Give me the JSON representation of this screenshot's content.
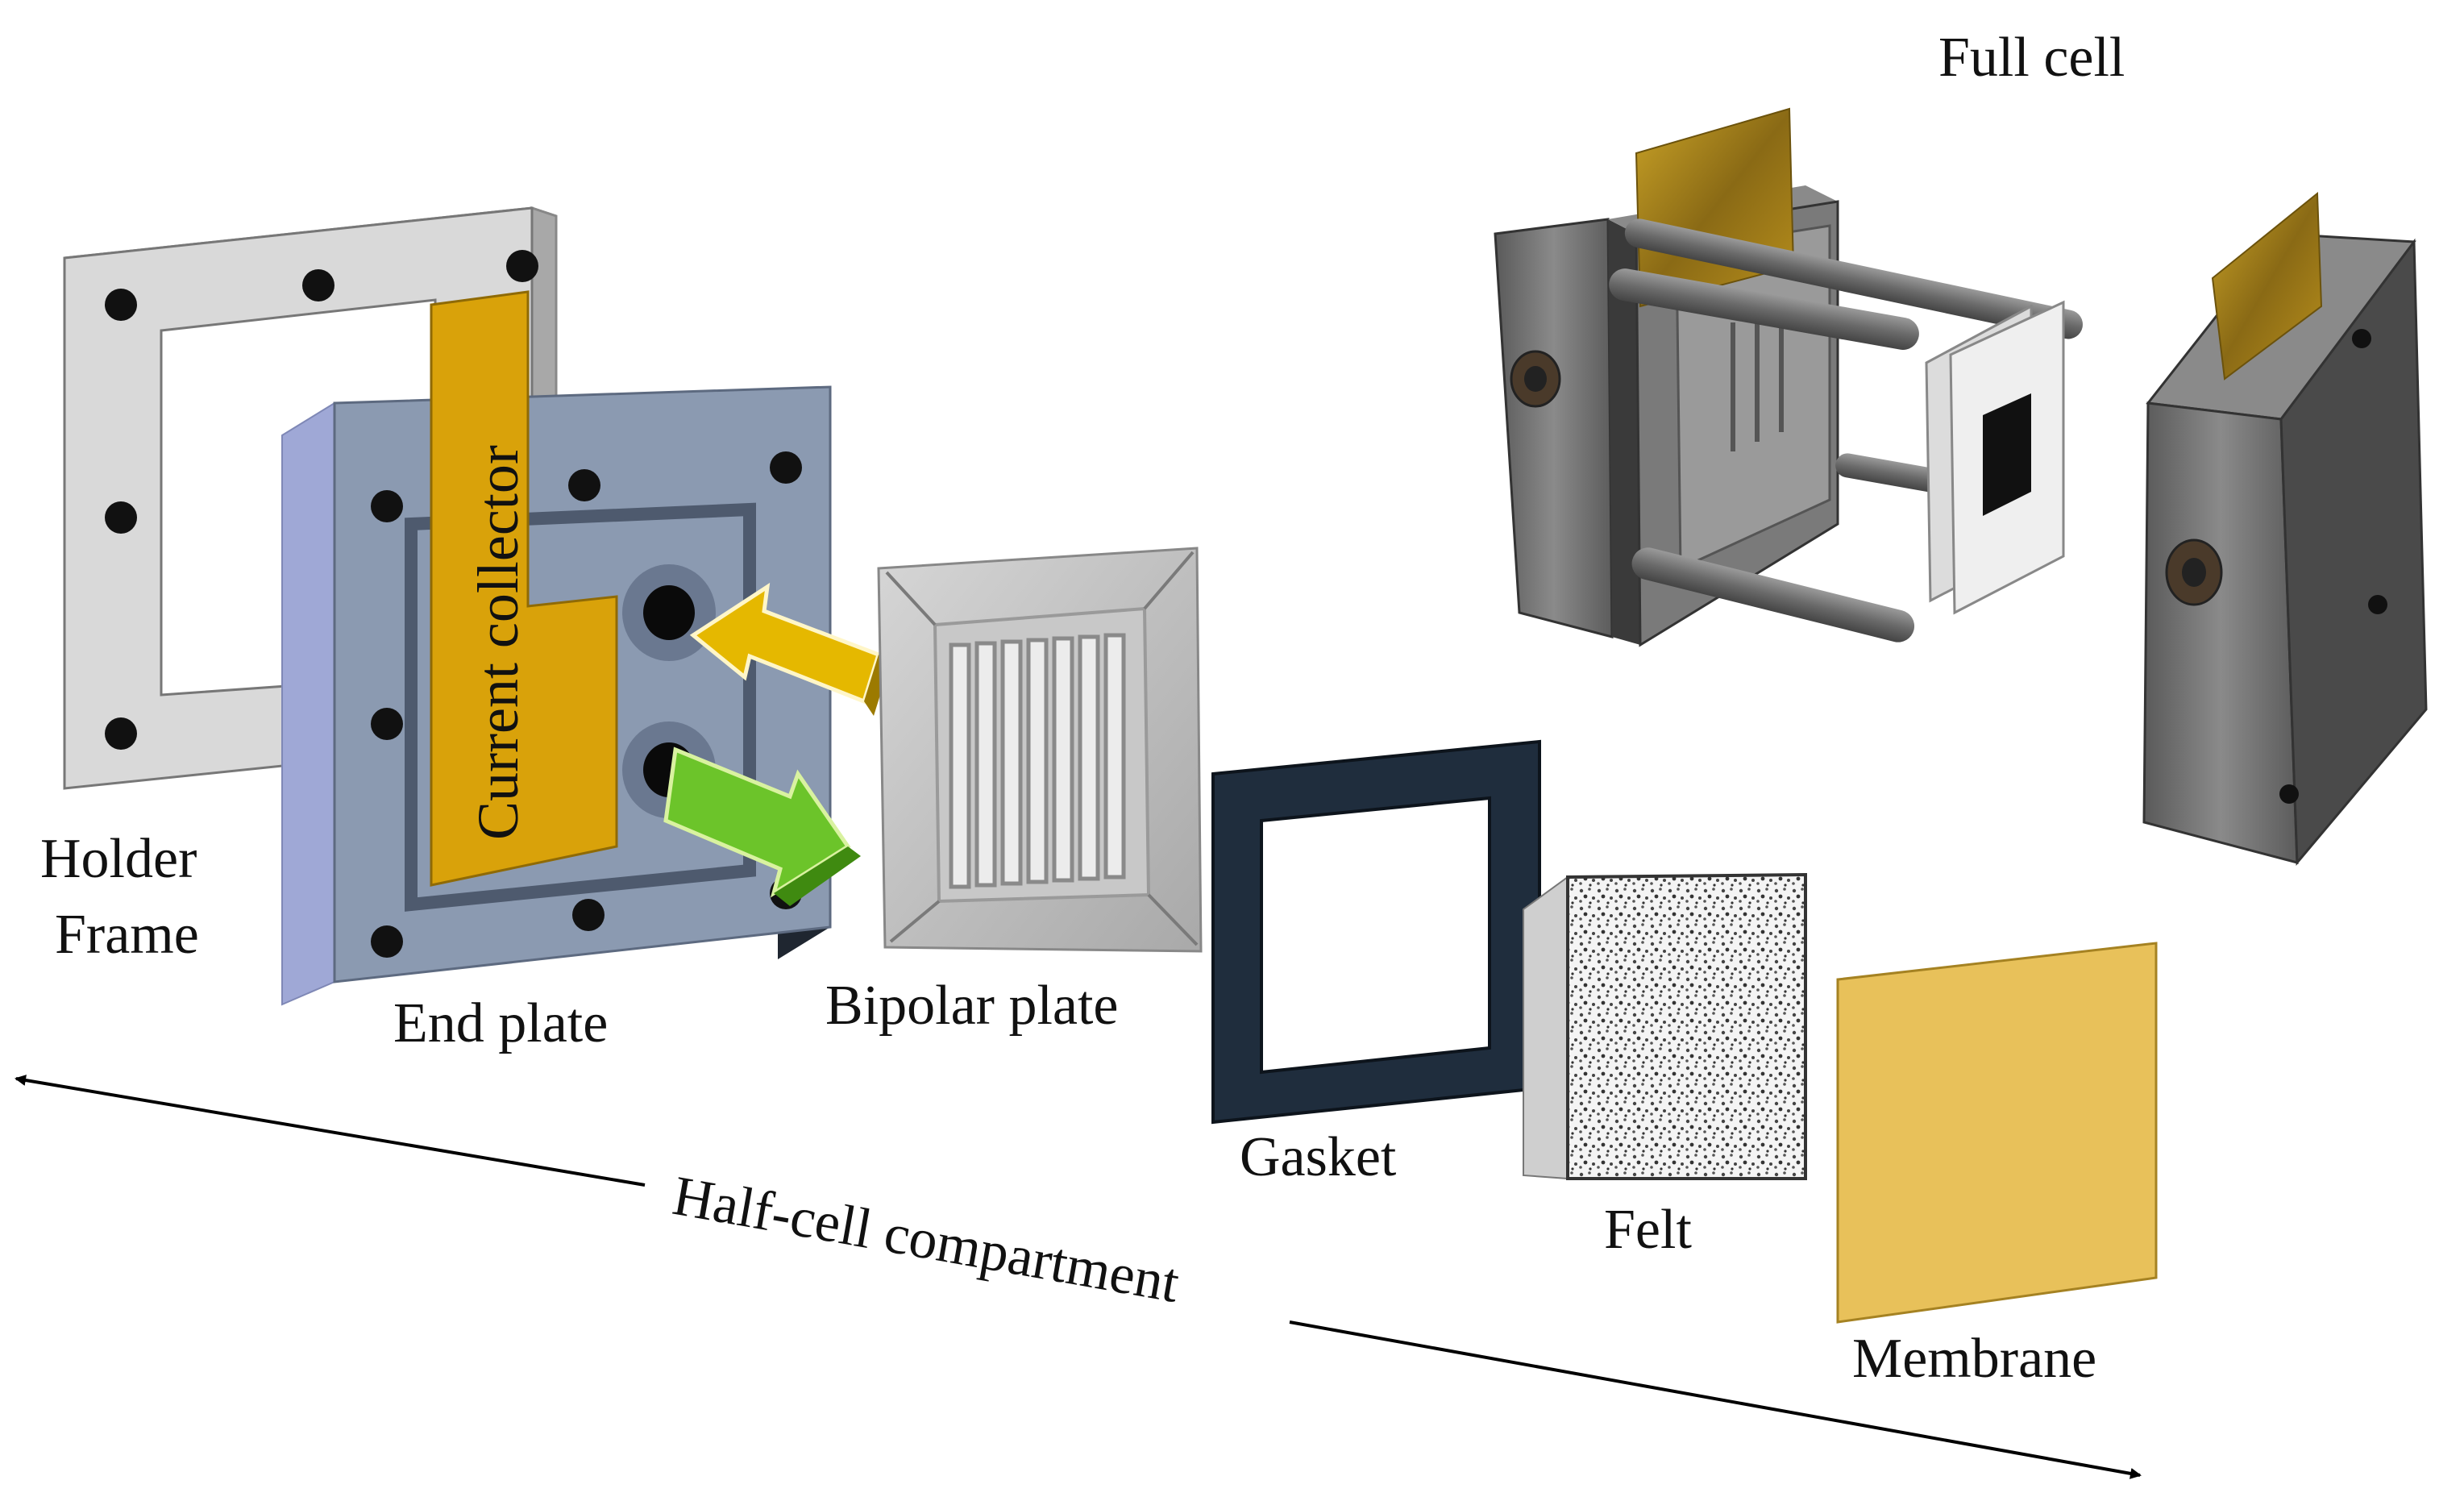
{
  "labels": {
    "full_cell": "Full cell",
    "holder_frame_line1": "Holder",
    "holder_frame_line2": "Frame",
    "current_collector": "Current collector",
    "end_plate": "End plate",
    "bipolar_plate": "Bipolar plate",
    "gasket": "Gasket",
    "felt": "Felt",
    "membrane": "Membrane",
    "half_cell_compartment": "Half-cell compartment"
  },
  "colors": {
    "holder_frame": "#d9d9d9",
    "end_plate_face": "#8b9ab1",
    "end_plate_side": "#9fa8d6",
    "current_collector": "#d9a20a",
    "inlet_arrow": "#e5b800",
    "outlet_arrow": "#6cc42a",
    "gasket": "#1f2d3d",
    "membrane": "#e8c15a",
    "full_cell_body": "#6e6e6e"
  },
  "icons": {
    "inlet_arrow": "arrow-inlet-icon",
    "outlet_arrow": "arrow-outlet-icon"
  }
}
